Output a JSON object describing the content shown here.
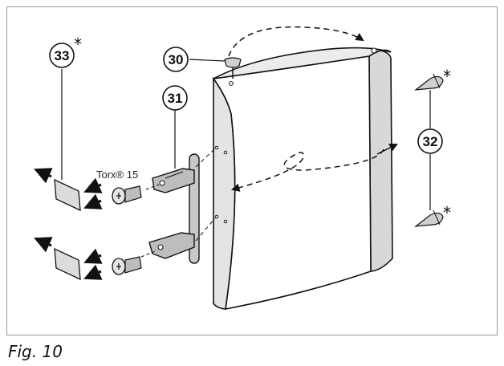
{
  "figure": {
    "caption": "Fig. 10",
    "callouts": {
      "c30": "30",
      "c31": "31",
      "c32": "32",
      "c33": "33"
    },
    "asterisk": "*",
    "torx_label": "Torx® 15"
  },
  "colors": {
    "line": "#111111",
    "door_shade": "#d9d9d9",
    "metal": "#bdbdbd",
    "frame": "#9a9a9a"
  }
}
